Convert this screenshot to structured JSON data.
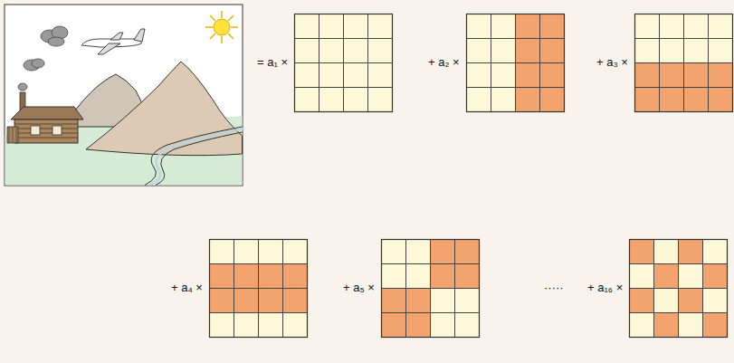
{
  "diagram": {
    "labels": [
      "= a₁ ×",
      "+ a₂ ×",
      "+ a₃ ×",
      "+ a₄ ×",
      "+ a₅ ×",
      "·····",
      "+ a₁₆ ×"
    ]
  }
}
